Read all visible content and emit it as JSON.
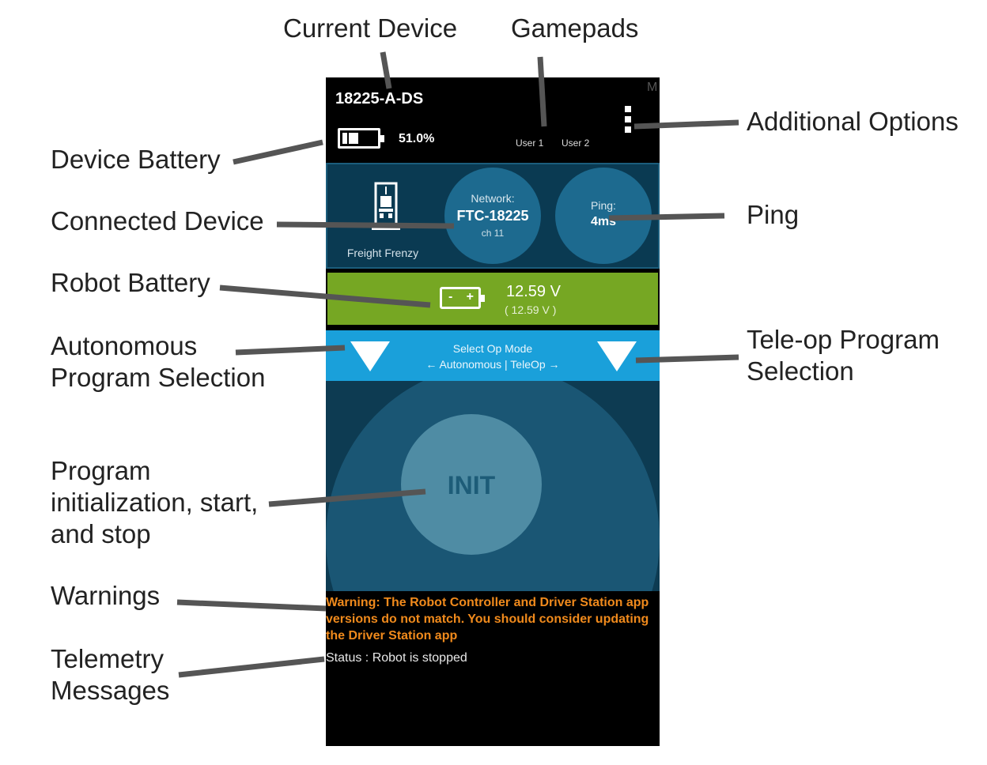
{
  "device": {
    "name": "18225-A-DS",
    "battery_pct": "51.0%",
    "users": [
      "User 1",
      "User 2"
    ],
    "corner_letter": "M"
  },
  "status": {
    "season": "Freight Frenzy",
    "network_label": "Network:",
    "network_name": "FTC-18225",
    "network_channel": "ch 11",
    "ping_label": "Ping:",
    "ping_value": "4ms"
  },
  "robot_battery": {
    "voltage": "12.59 V",
    "voltage_min": "( 12.59 V )"
  },
  "opmode": {
    "line1": "Select Op Mode",
    "line2": "← Autonomous | TeleOp →"
  },
  "init_label": "INIT",
  "warning": "Warning: The Robot Controller and Driver Station app versions do not match. You should consider updating the Driver Station app",
  "telemetry": "Status : Robot is stopped",
  "annotations": {
    "current_device": "Current Device",
    "gamepads": "Gamepads",
    "additional_options": "Additional Options",
    "device_battery": "Device Battery",
    "connected_device": "Connected Device",
    "ping": "Ping",
    "robot_battery": "Robot Battery",
    "autonomous": [
      "Autonomous",
      "Program Selection"
    ],
    "teleop": [
      "Tele-op Program",
      "Selection"
    ],
    "program_init": [
      "Program",
      "initialization, start,",
      "and stop"
    ],
    "warnings": "Warnings",
    "telemetry": [
      "Telemetry",
      "Messages"
    ]
  },
  "colors": {
    "status_panel": "#0a3a52",
    "circle": "#1d6a8f",
    "battery_green": "#76a723",
    "opmode_blue": "#1aa0da",
    "init_button": "#4f8ca4",
    "warning_orange": "#f08a1c"
  }
}
